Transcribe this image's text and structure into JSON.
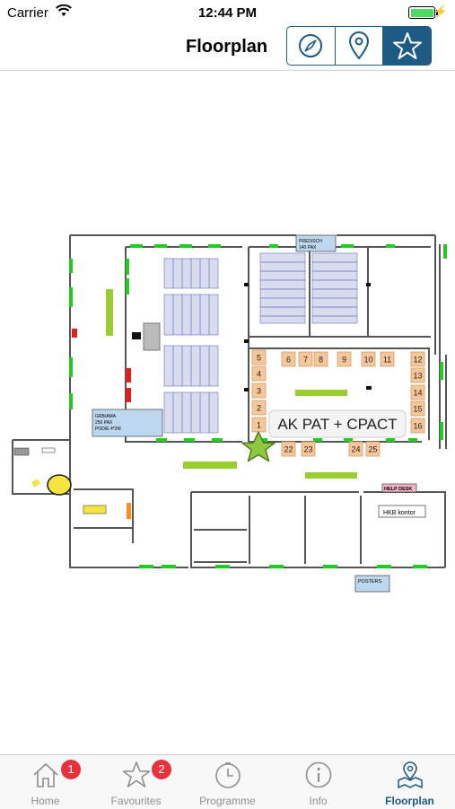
{
  "status": {
    "carrier": "Carrier",
    "time": "12:44 PM"
  },
  "nav": {
    "title": "Floorplan",
    "segments": [
      "compass-icon",
      "location-pin-icon",
      "star-icon"
    ]
  },
  "floorplan": {
    "rooms": {
      "pred": [
        "PRED/SCH",
        "140 PAX"
      ],
      "grb": [
        "GRB/AMA",
        "250 PAX",
        "PODIE 4*2M"
      ],
      "help_desk": "HELP DESK",
      "hkb": "HKB kontor",
      "posters": "POSTERS"
    },
    "booths": [
      "5",
      "4",
      "3",
      "2",
      "1",
      "6",
      "7",
      "8",
      "9",
      "10",
      "11",
      "12",
      "13",
      "14",
      "15",
      "16",
      "22",
      "23",
      "24",
      "25"
    ],
    "marker_label": "AK PAT + CPACT"
  },
  "tabs": [
    {
      "label": "Home",
      "badge": "1",
      "icon": "home-icon"
    },
    {
      "label": "Favourites",
      "badge": "2",
      "icon": "star-icon"
    },
    {
      "label": "Programme",
      "badge": "",
      "icon": "clock-icon"
    },
    {
      "label": "Info",
      "badge": "",
      "icon": "info-icon"
    },
    {
      "label": "Floorplan",
      "badge": "",
      "icon": "map-pin-icon",
      "active": true
    }
  ],
  "colors": {
    "accent": "#1d5a84",
    "badge": "#e8313a",
    "booth": "#f7c79a",
    "green_mark": "#22cc22",
    "marker": "#8ec63f"
  }
}
